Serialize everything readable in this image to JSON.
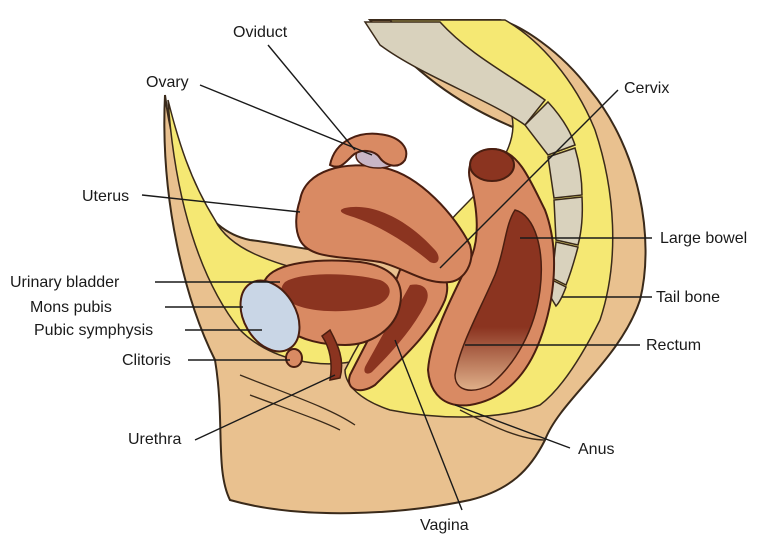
{
  "labels": {
    "oviduct": "Oviduct",
    "ovary": "Ovary",
    "cervix": "Cervix",
    "uterus": "Uterus",
    "large_bowel": "Large bowel",
    "urinary_bladder": "Urinary bladder",
    "tail_bone": "Tail bone",
    "mons_pubis": "Mons pubis",
    "pubic_symphysis": "Pubic symphysis",
    "rectum": "Rectum",
    "clitoris": "Clitoris",
    "urethra": "Urethra",
    "anus": "Anus",
    "vagina": "Vagina"
  },
  "colors": {
    "skin": "#e9c18f",
    "skin_outline": "#3a2a1a",
    "fat": "#f5e873",
    "organ": "#d98a63",
    "organ_dark": "#8b3420",
    "organ_outline": "#4a1e10",
    "bone": "#d9d2bd",
    "cartilage": "#c9d6e6",
    "ovary": "#c8b6c6"
  }
}
